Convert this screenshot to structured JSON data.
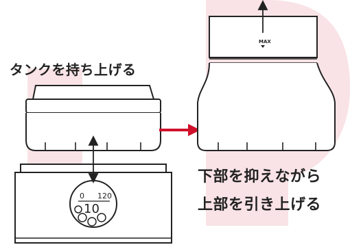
{
  "captions": {
    "lift_tank": "タンクを持ち上げる",
    "hold_bottom": "下部を抑えながら",
    "pull_top": "上部を引き上げる"
  },
  "labels": {
    "max_mark": "MAX",
    "dial_scale_min": "0",
    "dial_scale_max": "120",
    "dial_value": "10"
  },
  "colors": {
    "accent_arrow": "#d0112b",
    "background_watermark": "#f9e3e6",
    "line": "#222222"
  }
}
